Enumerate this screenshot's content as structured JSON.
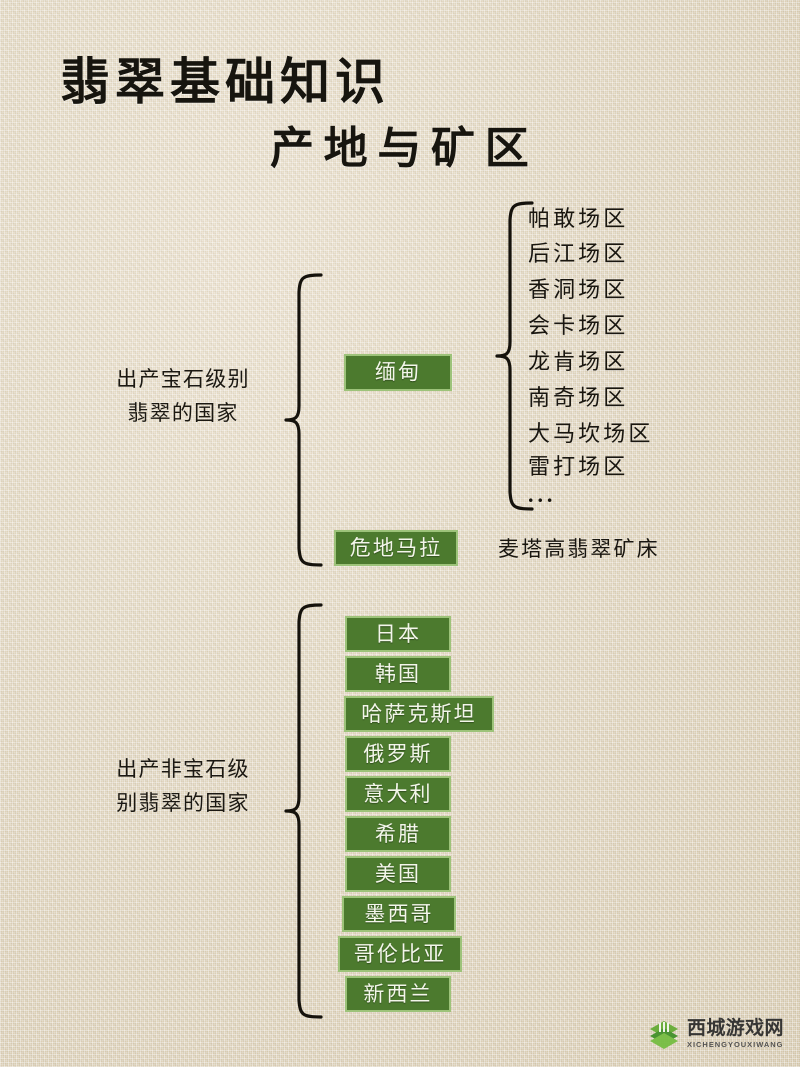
{
  "title": {
    "main": "翡翠基础知识",
    "sub": "产地与矿区"
  },
  "groups": {
    "gem_grade_label": "出产宝石级别\n翡翠的国家",
    "non_gem_grade_label": "出产非宝石级\n别翡翠的国家"
  },
  "gem_grade_countries": [
    {
      "name": "缅甸"
    },
    {
      "name": "危地马拉"
    }
  ],
  "myanmar_mining_areas": [
    "帕敢场区",
    "后江场区",
    "香洞场区",
    "会卡场区",
    "龙肯场区",
    "南奇场区",
    "大马坎场区",
    "雷打场区"
  ],
  "myanmar_mining_more": "...",
  "guatemala_deposit": "麦塔高翡翠矿床",
  "non_gem_grade_countries": [
    "日本",
    "韩国",
    "哈萨克斯坦",
    "俄罗斯",
    "意大利",
    "希腊",
    "美国",
    "墨西哥",
    "哥伦比亚",
    "新西兰"
  ],
  "watermark": {
    "title": "西城游戏网",
    "subtitle": "XICHENGYOUXIWANG"
  },
  "colors": {
    "background": "#ded3bf",
    "chip_fill": "#4c7a2e",
    "chip_border": "#9dc37a",
    "chip_text": "#f3f6ea",
    "ink": "#17150f",
    "logo_green": "#5b9e2f"
  }
}
